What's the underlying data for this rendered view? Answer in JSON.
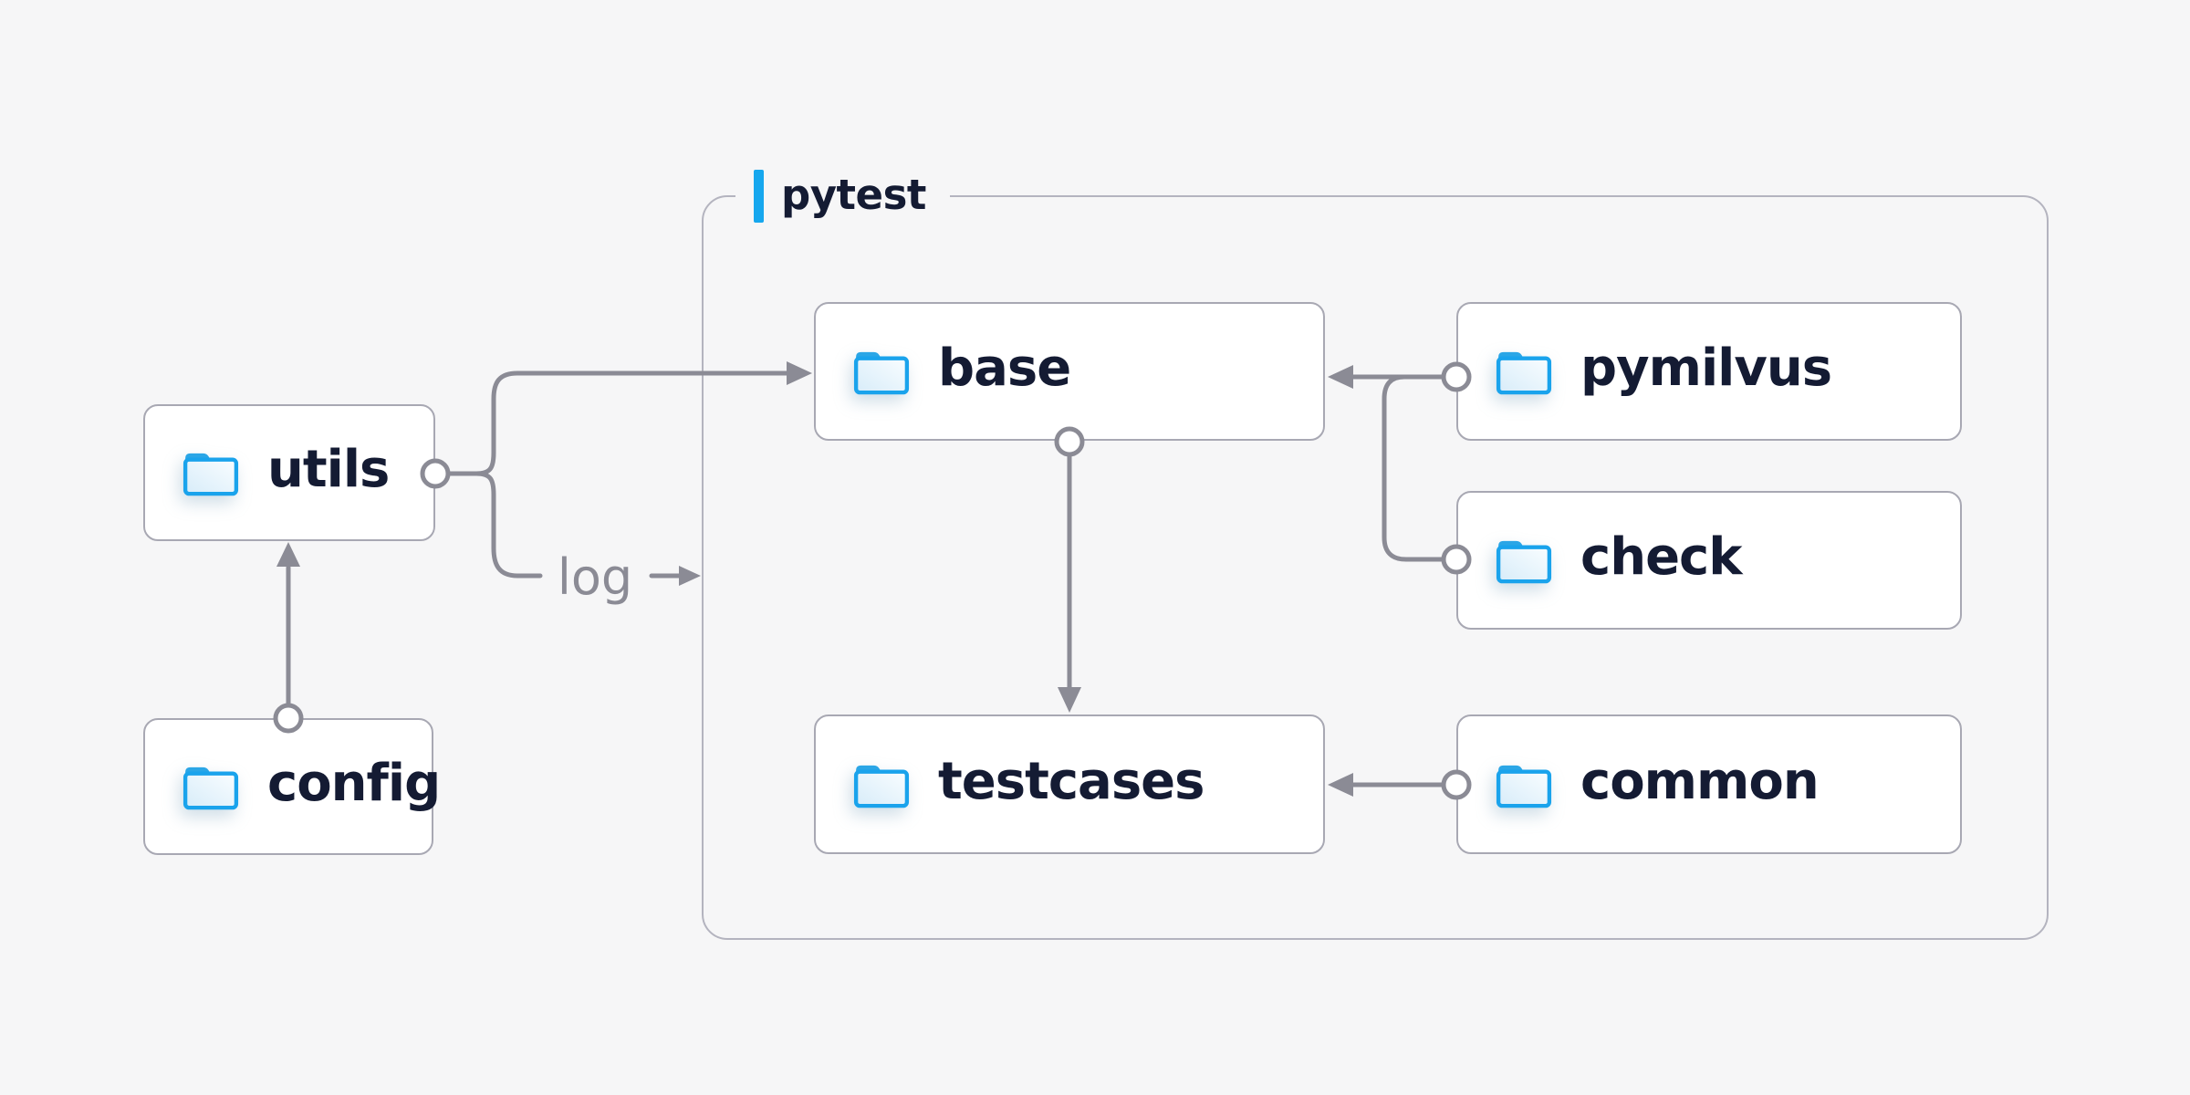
{
  "diagram": {
    "group_label": "pytest",
    "edge_label": "log",
    "nodes": [
      {
        "id": "utils",
        "label": "utils"
      },
      {
        "id": "config",
        "label": "config"
      },
      {
        "id": "base",
        "label": "base"
      },
      {
        "id": "pymilvus",
        "label": "pymilvus"
      },
      {
        "id": "check",
        "label": "check"
      },
      {
        "id": "testcases",
        "label": "testcases"
      },
      {
        "id": "common",
        "label": "common"
      }
    ],
    "edges": [
      {
        "from": "utils",
        "to": "base",
        "label": ""
      },
      {
        "from": "utils",
        "to": "pytest-group",
        "label": "log"
      },
      {
        "from": "config",
        "to": "utils",
        "label": ""
      },
      {
        "from": "base",
        "to": "testcases",
        "label": ""
      },
      {
        "from": "pymilvus",
        "to": "base",
        "label": ""
      },
      {
        "from": "check",
        "to": "base",
        "label": ""
      },
      {
        "from": "common",
        "to": "testcases",
        "label": ""
      }
    ],
    "colors": {
      "bg": "#f6f6f7",
      "ink": "#141b33",
      "edge": "#8b8b95",
      "node-border": "#a8a8b3",
      "group-border": "#b4b4bf",
      "accent": "#16a7ee",
      "node-bg": "#ffffff",
      "folder-stroke": "#1aa3ec",
      "folder-tab": "#2ba6e6"
    }
  }
}
